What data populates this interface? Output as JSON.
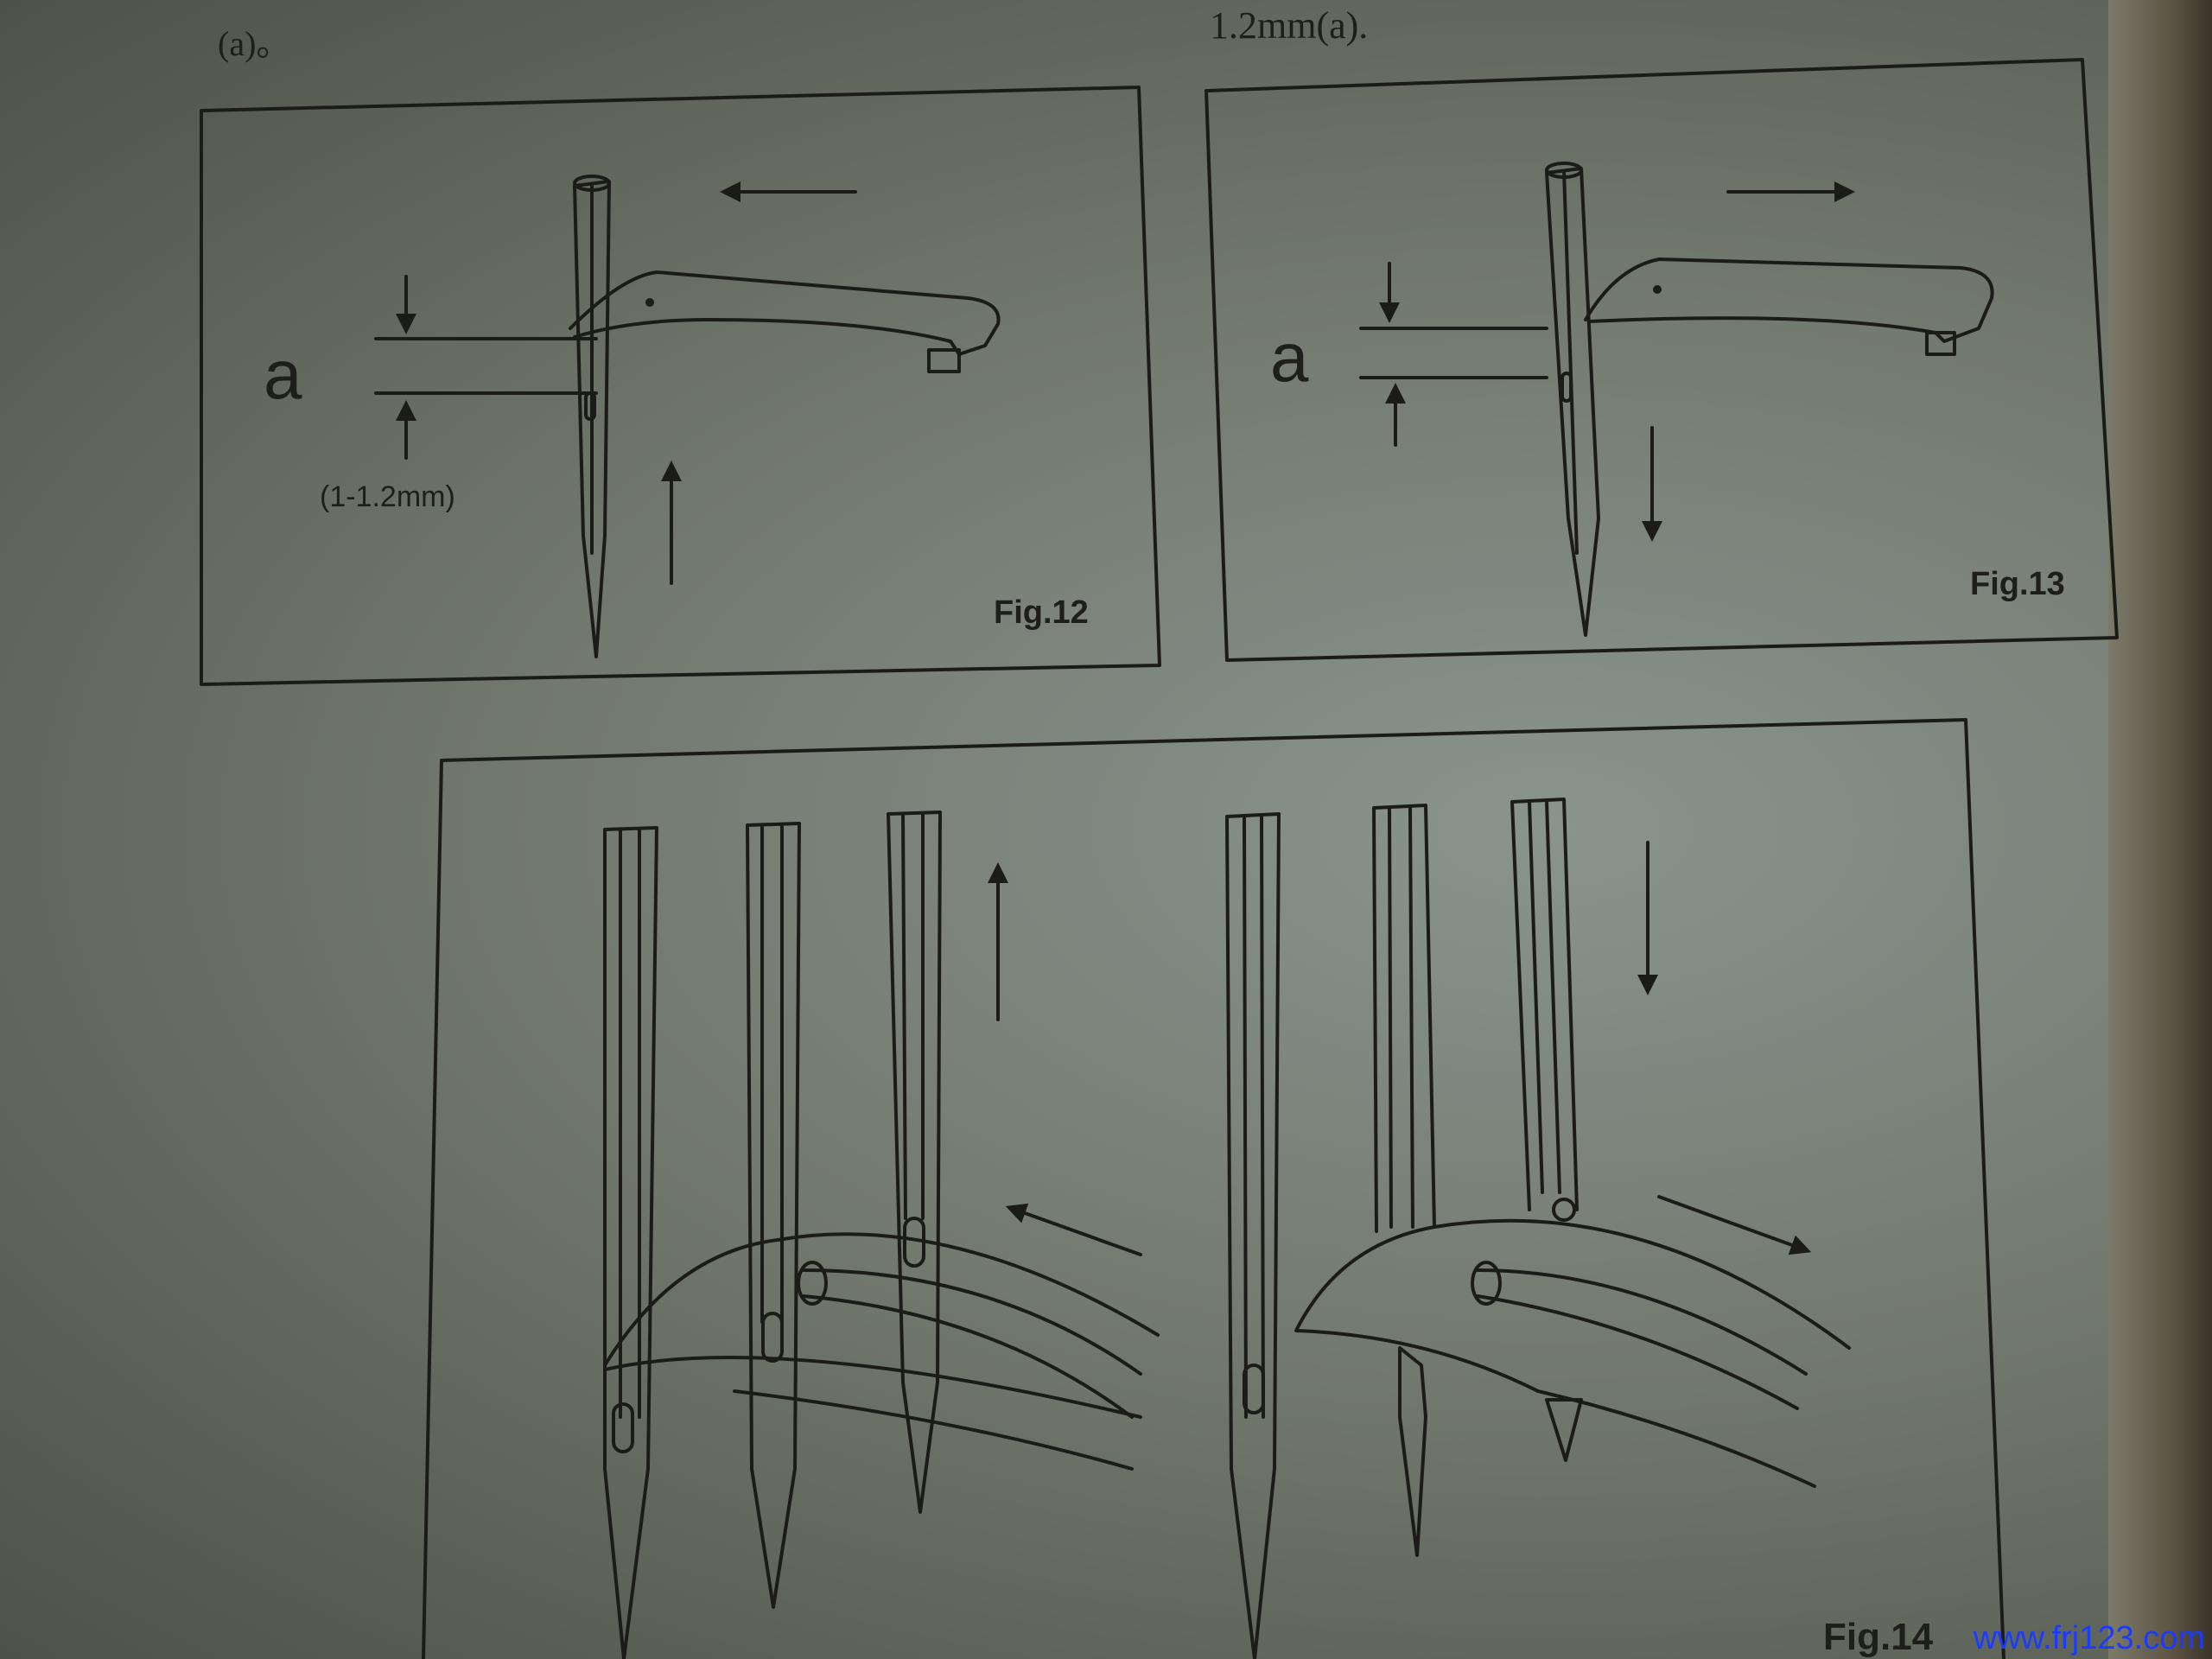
{
  "header_text": {
    "left": "(a)。",
    "right": "1.2mm(a)."
  },
  "fig12": {
    "caption": "Fig.12",
    "dimension_label": "a",
    "dimension_value": "(1-1.2mm)"
  },
  "fig13": {
    "caption": "Fig.13",
    "dimension_label": "a"
  },
  "fig14": {
    "caption": "Fig.14"
  },
  "watermark": "www.frj123.com",
  "colors": {
    "ink": "#1b1c18",
    "watermark": "#1a3cff"
  }
}
